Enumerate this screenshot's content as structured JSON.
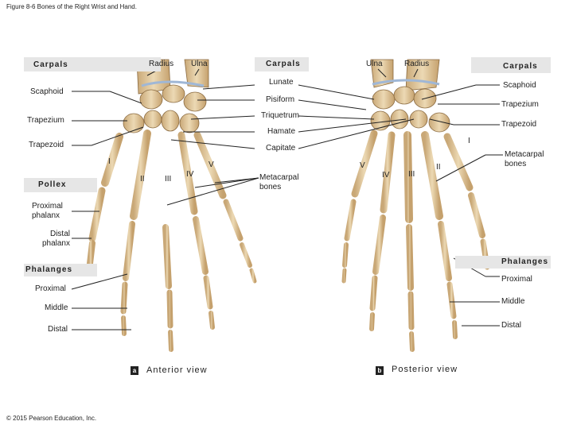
{
  "figure_title": "Figure 8-6 Bones of the Right Wrist and Hand.",
  "copyright": "© 2015 Pearson Education, Inc.",
  "anterior": {
    "badge": "a",
    "view_label": "Anterior view",
    "carpals_header": "Carpals",
    "radius": "Radius",
    "ulna": "Ulna",
    "scaphoid": "Scaphoid",
    "trapezium": "Trapezium",
    "trapezoid": "Trapezoid",
    "pollex_header": "Pollex",
    "roman_1": "I",
    "roman_2": "II",
    "roman_3": "III",
    "roman_4": "IV",
    "roman_5": "V",
    "proximal_phalanx": "Proximal phalanx",
    "distal_phalanx": "Distal phalanx",
    "phalanges_header": "Phalanges",
    "proximal": "Proximal",
    "middle": "Middle",
    "distal": "Distal"
  },
  "center": {
    "carpals_header": "Carpals",
    "lunate": "Lunate",
    "pisiform": "Pisiform",
    "triquetrum": "Triquetrum",
    "hamate": "Hamate",
    "capitate": "Capitate",
    "metacarpal_bones": "Metacarpal bones"
  },
  "posterior": {
    "badge": "b",
    "view_label": "Posterior view",
    "carpals_header": "Carpals",
    "ulna": "Ulna",
    "radius": "Radius",
    "scaphoid": "Scaphoid",
    "trapezium": "Trapezium",
    "trapezoid": "Trapezoid",
    "roman_1": "I",
    "roman_2": "II",
    "roman_3": "III",
    "roman_4": "IV",
    "roman_5": "V",
    "metacarpal_bones": "Metacarpal bones",
    "phalanges_header": "Phalanges",
    "proximal": "Proximal",
    "middle": "Middle",
    "distal": "Distal"
  }
}
